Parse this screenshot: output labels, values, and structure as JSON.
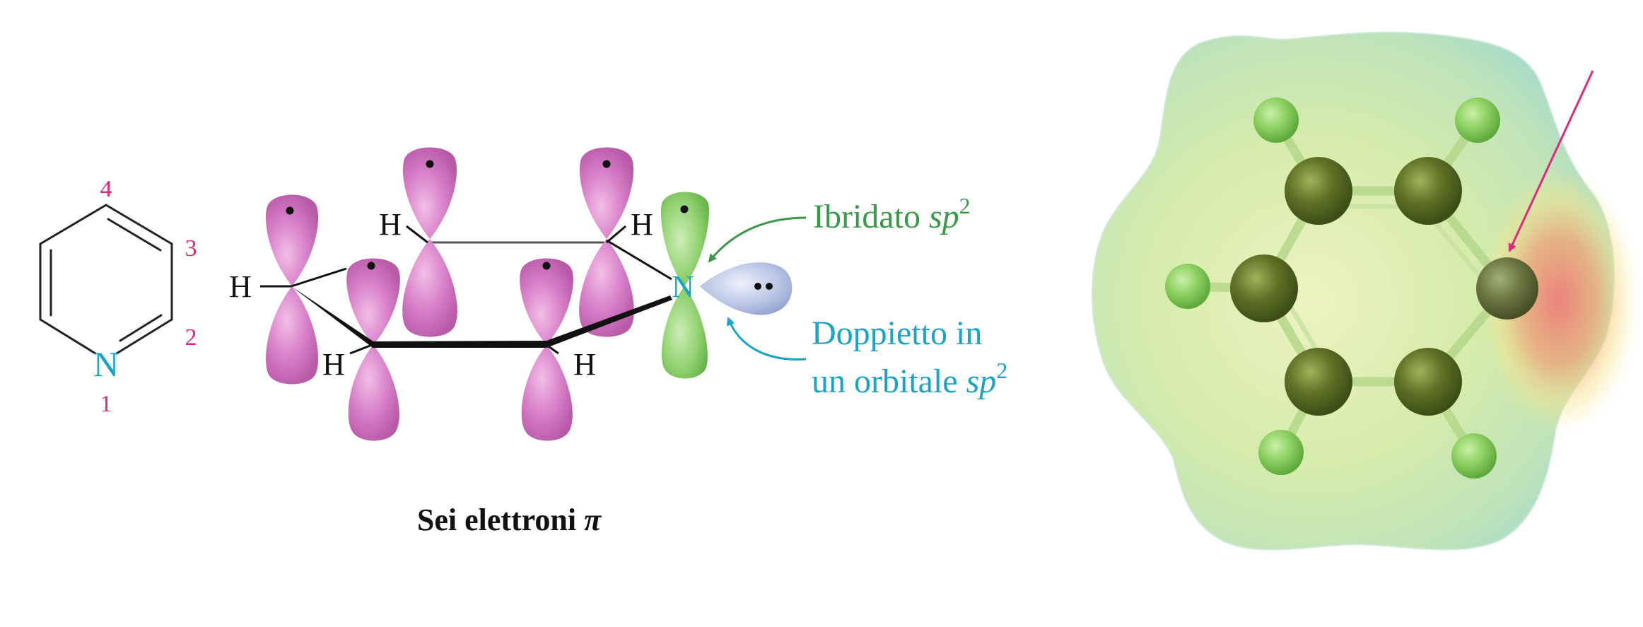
{
  "colors": {
    "ring_number": "#e0297e",
    "nitrogen": "#1ba3c6",
    "hybrid_label": "#3a9a4a",
    "lone_pair_label": "#1ba3c6",
    "p_orbital": "#d77fc8",
    "sp2_orbital_green": "#8fd06e",
    "lone_pair_lobe": "#b8c4e4",
    "arrow_magenta": "#e0297e"
  },
  "pyridine": {
    "n_label": "N",
    "numbers": [
      "1",
      "2",
      "3",
      "4"
    ]
  },
  "orbital_diagram": {
    "h_label": "H",
    "n_label": "N",
    "hybrid_label": {
      "main": "Ibridato ",
      "italic": "sp",
      "sup": "2"
    },
    "lone_pair_label": {
      "line1": "Doppietto in",
      "line2_main": "un orbitale ",
      "line2_italic": "sp",
      "line2_sup": "2"
    },
    "caption": {
      "main": "Sei elettroni ",
      "symbol": "π"
    }
  },
  "epm_model": {
    "icons": [
      "electrostatic-potential-map",
      "hydrogen-atom",
      "carbon-atom",
      "nitrogen-atom"
    ]
  }
}
